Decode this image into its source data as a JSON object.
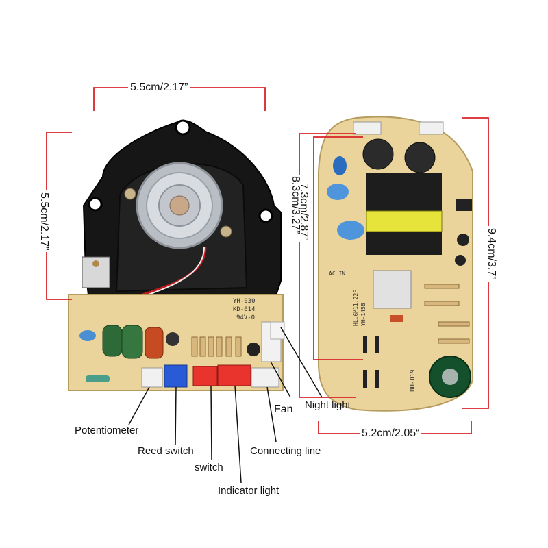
{
  "dimensions": {
    "left_width": "5.5cm/2.17”",
    "left_height": "5.5cm/2.17”",
    "right_height_outer": "9.4cm/3.7”",
    "right_height_mid": "8.3cm/3.27”",
    "right_height_inner": "7.3cm/2.87”",
    "right_width": "5.2cm/2.05“"
  },
  "labels": {
    "potentiometer": "Potentiometer",
    "reed_switch": "Reed switch",
    "switch": "switch",
    "indicator_light": "Indicator light",
    "connecting_line": "Connecting line",
    "fan": "Fan",
    "night_light": "Night light"
  },
  "pcb_text": {
    "left_board_code1": "YH-030",
    "left_board_code2": "KD-014",
    "left_board_code3": "94V-0",
    "right_board_code": "BH-019",
    "right_board_code2": "YH-145B",
    "right_board_mark": "HL.6M11.22F",
    "ac_in": "AC IN"
  },
  "colors": {
    "dimension_line": "#d9232a",
    "pcb_board": "#e9d39a",
    "mount_plate": "#1a1a1a",
    "disc_metal": "#c8ccd2"
  },
  "icons": [
    "ultrasonic-transducer-disc",
    "mosfet-heatsink",
    "transformer",
    "electrolytic-capacitor"
  ]
}
